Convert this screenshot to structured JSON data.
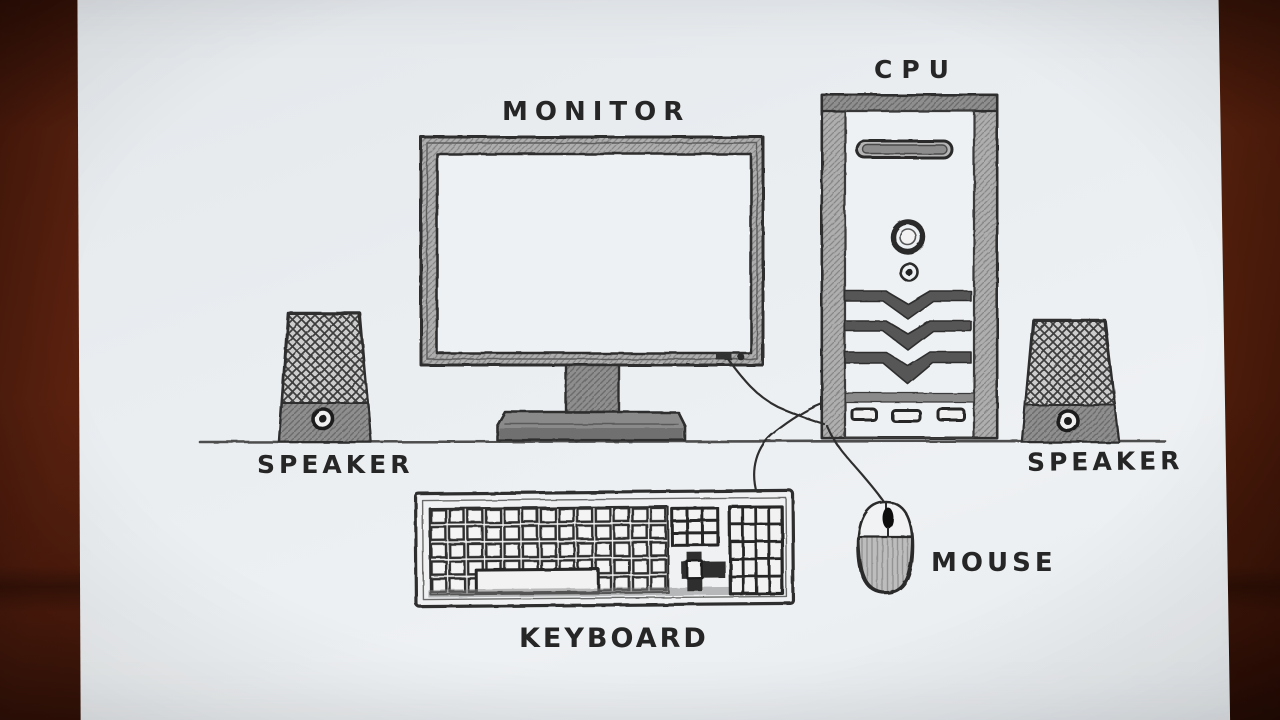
{
  "scene": {
    "description": "Hand-drawn pencil diagram of a desktop computer system on paper lying on a wooden table",
    "labels": {
      "monitor": "MONITOR",
      "cpu": "CPU",
      "speaker_left": "SPEAKER",
      "speaker_right": "SPEAKER",
      "keyboard": "KEYBOARD",
      "mouse": "MOUSE"
    },
    "colors": {
      "paper": "#e9edf0",
      "ink": "#262626",
      "pencil_shade": "#a2a2a2",
      "wood_dark": "#41170a",
      "wood_mid": "#7a2e13",
      "wood_light": "#83341a"
    },
    "parts_drawn": [
      "monitor with stand",
      "cpu tower with drive slot, power buttons, vents, ports",
      "two speakers with crosshatch grilles",
      "keyboard with main keys, arrow cluster, numpad",
      "mouse with scroll wheel",
      "desk line",
      "cables from monitor, keyboard and mouse to cpu"
    ]
  }
}
